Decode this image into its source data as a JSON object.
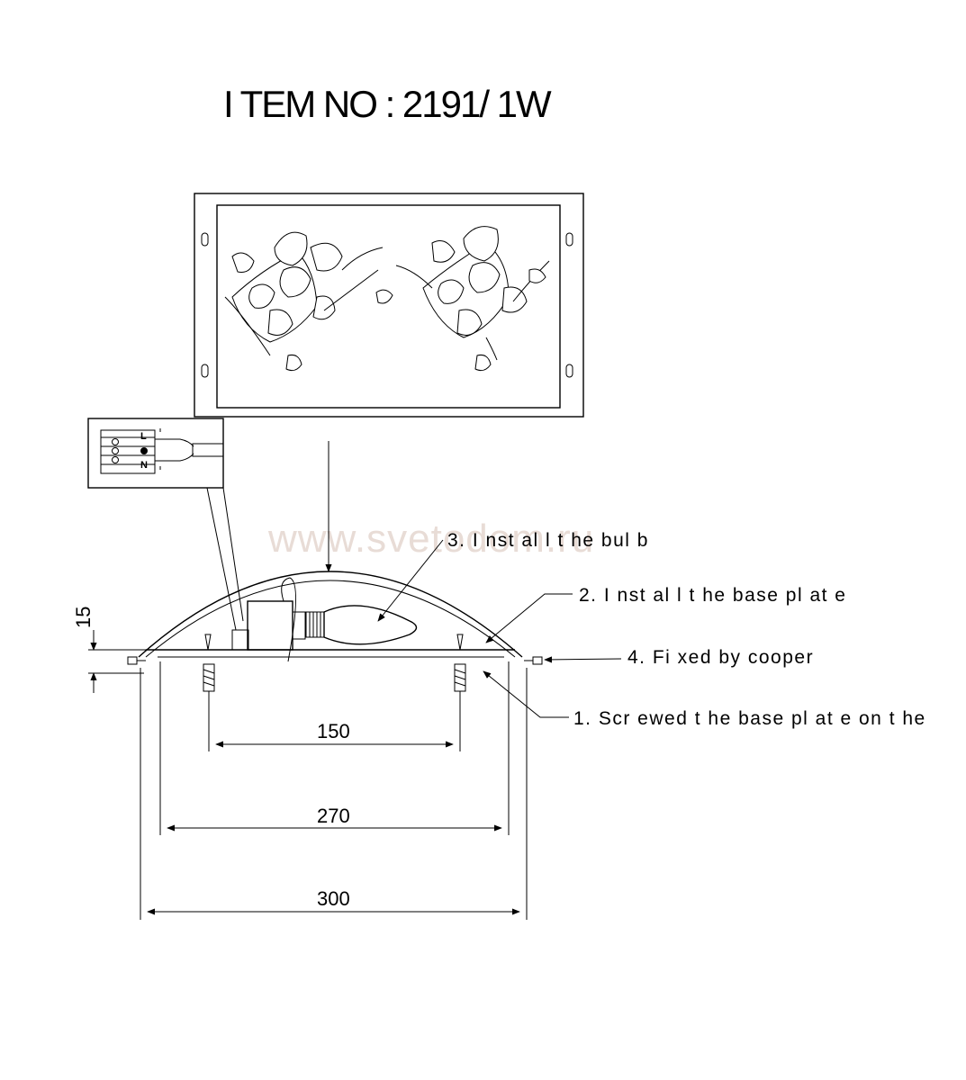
{
  "title": "I TEM NO : 2191/ 1W",
  "watermark": "www.svetodom.ru",
  "terminal_labels": [
    "N",
    "L"
  ],
  "dimensions": {
    "height": "15",
    "screw_spacing": "150",
    "inner_width": "270",
    "outer_width": "300"
  },
  "steps": {
    "step3": "3. I nst al l  t he bul b",
    "step2": "2. I nst al l   t he base pl at e",
    "step4": "4. Fi xed by cooper",
    "step1": "1. Scr ewed t he base pl at e on t he"
  }
}
